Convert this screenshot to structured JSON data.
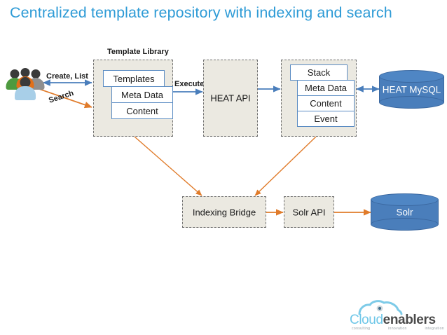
{
  "slide": {
    "title": "Centralized template repository with indexing and search",
    "title_color": "#2e9bd6",
    "background": "#ffffff"
  },
  "palette": {
    "box_fill": "#ebe9e1",
    "box_border": "#6f6f6f",
    "row_fill": "#ffffff",
    "row_border": "#5b8cc3",
    "arrow_blue": "#4a7ebb",
    "arrow_orange": "#e07b2a",
    "cylinder_blue": "#4a7ebb",
    "cylinder_top": "#4f86c4"
  },
  "actors": {
    "users_icon": "users-group-icon",
    "person_colors": [
      "#4e9a3f",
      "#8f8f8f",
      "#e1701a",
      "#a8cfe8"
    ]
  },
  "groups": [
    {
      "id": "template-library",
      "caption": "Template Library",
      "rows": [
        "Templates",
        "Meta Data",
        "Content"
      ]
    },
    {
      "id": "stack",
      "caption": "",
      "rows": [
        "Stack",
        "Meta Data",
        "Content",
        "Event"
      ]
    }
  ],
  "nodes": {
    "heat_api": "HEAT API",
    "indexing_bridge": "Indexing Bridge",
    "solr_api": "Solr API"
  },
  "databases": [
    {
      "id": "heat-mysql",
      "label": "HEAT MySQL"
    },
    {
      "id": "solr",
      "label": "Solr"
    }
  ],
  "connections": [
    {
      "id": "create-list",
      "label": "Create, List",
      "color": "#4a7ebb",
      "style": "double-arrow"
    },
    {
      "id": "search",
      "label": "Search",
      "color": "#e07b2a",
      "style": "single-arrow"
    },
    {
      "id": "execute",
      "label": "Execute",
      "color": "#4a7ebb",
      "style": "single-arrow"
    },
    {
      "id": "heat-to-stack",
      "label": "",
      "color": "#4a7ebb",
      "style": "single-arrow"
    },
    {
      "id": "stack-to-mysql",
      "label": "",
      "color": "#4a7ebb",
      "style": "double-arrow"
    },
    {
      "id": "library-to-bridge",
      "label": "",
      "color": "#e07b2a",
      "style": "single-arrow"
    },
    {
      "id": "stack-to-bridge",
      "label": "",
      "color": "#e07b2a",
      "style": "single-arrow"
    },
    {
      "id": "bridge-to-solrapi",
      "label": "",
      "color": "#e07b2a",
      "style": "single-arrow"
    },
    {
      "id": "solrapi-to-solr",
      "label": "",
      "color": "#e07b2a",
      "style": "single-arrow"
    }
  ],
  "logo": {
    "word_primary": "Cloud",
    "word_secondary": "enablers",
    "tagline": [
      "consulting",
      "innovation",
      "integration"
    ]
  }
}
